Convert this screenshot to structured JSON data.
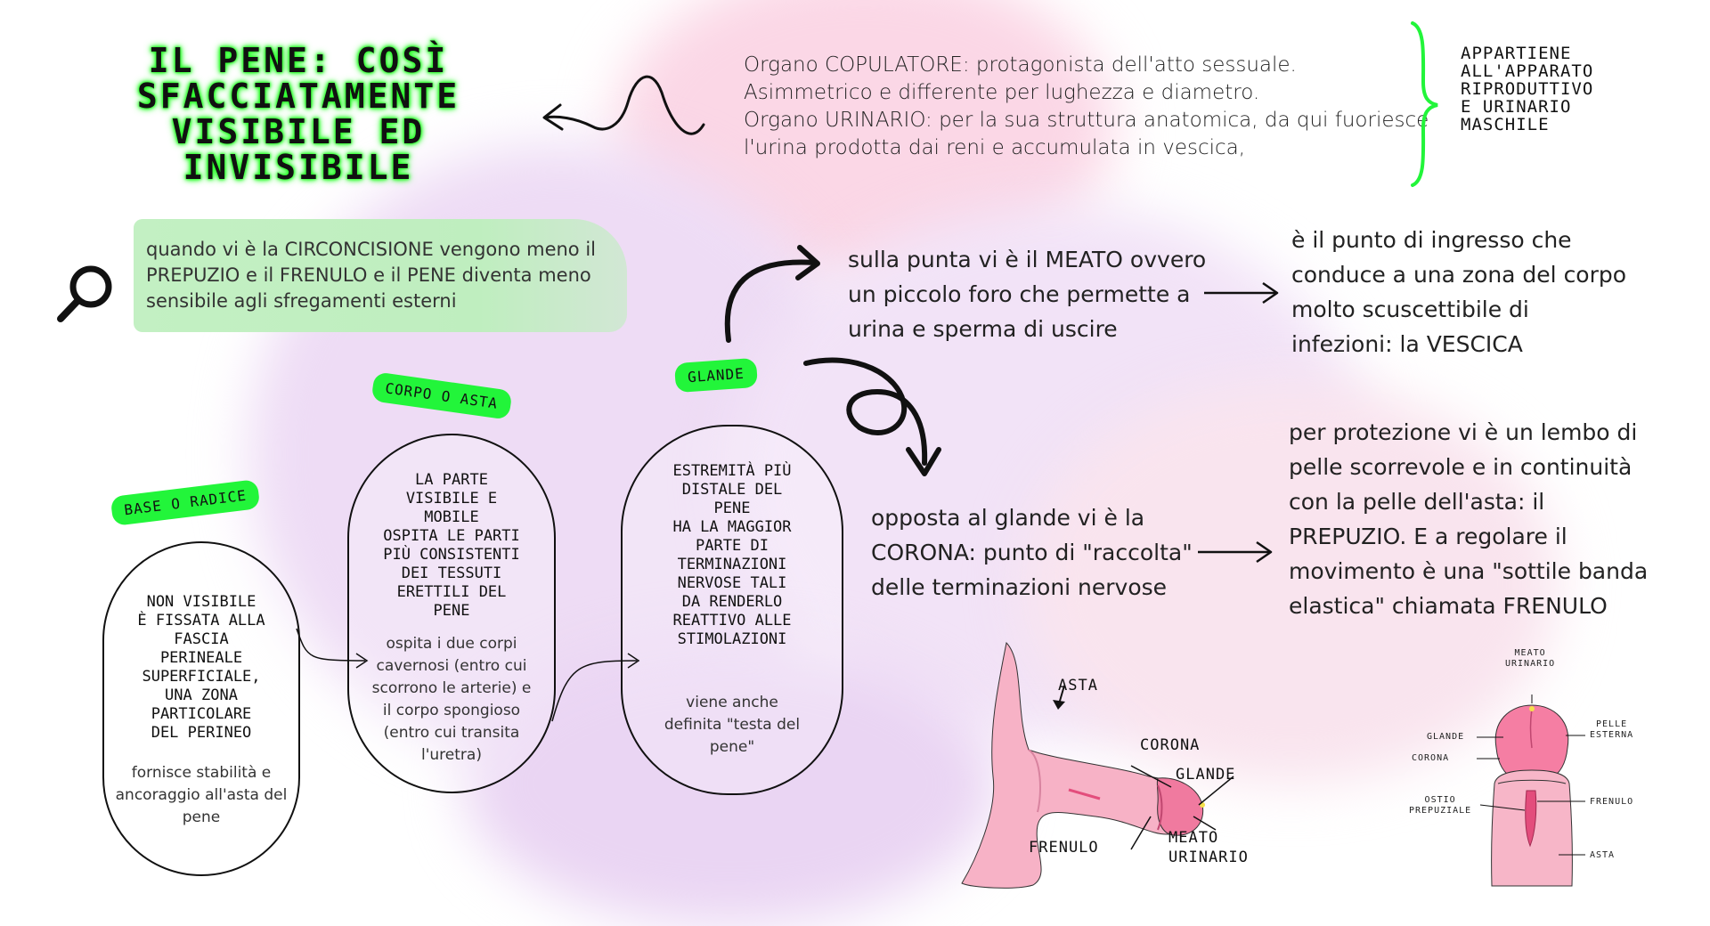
{
  "title_lines": [
    "IL PENE: COSÌ",
    "SFACCIATAMENTE",
    "VISIBILE ED",
    "INVISIBILE"
  ],
  "intro_lines": [
    "Organo COPULATORE: protagonista dell'atto sessuale.",
    "Asimmetrico e differente per lughezza e diametro.",
    "Organo URINARIO: per la sua struttura anatomica, da qui fuoriesce",
    "l'urina prodotta dai reni e accumulata in vescica,"
  ],
  "side_note_lines": [
    "APPARTIENE",
    "ALL'APPARATO",
    "RIPRODUTTIVO",
    "E URINARIO",
    "MASCHILE"
  ],
  "search_note": "quando vi è la CIRCONCISIONE vengono meno il PREPUZIO e il FRENULO  e il PENE diventa meno sensibile agli sfregamenti esterni",
  "sections": {
    "base": {
      "label": "BASE O RADICE",
      "title_lines": [
        "NON VISIBILE",
        "È FISSATA ALLA",
        "FASCIA",
        "PERINEALE",
        "SUPERFICIALE,",
        "UNA ZONA",
        "PARTICOLARE",
        "DEL PERINEO"
      ],
      "note": "fornisce stabilità e ancoraggio all'asta del pene"
    },
    "corpo": {
      "label": "CORPO O ASTA",
      "title_lines": [
        "LA PARTE",
        "VISIBILE E",
        "MOBILE",
        "OSPITA LE PARTI",
        "PIÙ CONSISTENTI",
        "DEI TESSUTI",
        "ERETTILI DEL",
        "PENE"
      ],
      "note": "ospita i due corpi cavernosi (entro cui scorrono le arterie) e il corpo spongioso (entro cui transita l'uretra)"
    },
    "glande": {
      "label": "GLANDE",
      "title_lines": [
        "ESTREMITÀ PIÙ",
        "DISTALE DEL",
        "PENE",
        "HA LA MAGGIOR",
        "PARTE DI",
        "TERMINAZIONI",
        "NERVOSE TALI",
        "DA RENDERLO",
        "REATTIVO ALLE",
        "STIMOLAZIONI"
      ],
      "note": "viene anche definita \"testa del pene\""
    }
  },
  "facts": {
    "meato": [
      "sulla  punta vi è il MEATO ovvero",
      "un piccolo foro che permette a",
      "urina e sperma di uscire"
    ],
    "vescica": [
      "è il punto di ingresso che",
      "conduce a una zona del corpo",
      "molto scuscettibile di",
      "infezioni: la VESCICA"
    ],
    "corona": [
      "opposta al glande vi è la",
      "CORONA: punto di \"raccolta\"",
      "delle terminazioni nervose"
    ],
    "prepuzio": [
      "per protezione vi è un lembo di",
      "pelle scorrevole e in continuità",
      "con la pelle dell'asta: il",
      "PREPUZIO. E a regolare il",
      "movimento è una \"sottile banda",
      "elastica\" chiamata FRENULO"
    ]
  },
  "side_diagram_labels": {
    "asta": "ASTA",
    "corona": "CORONA",
    "glande": "GLANDE",
    "frenulo": "FRENULO",
    "meato": "MEATO\nURINARIO"
  },
  "front_diagram_labels": {
    "meato": "MEATO\nURINARIO",
    "glande": "GLANDE",
    "corona": "CORONA",
    "ostio": "OSTIO\nPREPUZIALE",
    "pelle": "PELLE\nESTERNA",
    "frenulo": "FRENULO",
    "asta": "ASTA"
  },
  "colors": {
    "accent_green": "#22f53a",
    "note_green": "#c3f0c3",
    "pink": "#f5a8c0",
    "lavender": "#e2ccf0"
  }
}
